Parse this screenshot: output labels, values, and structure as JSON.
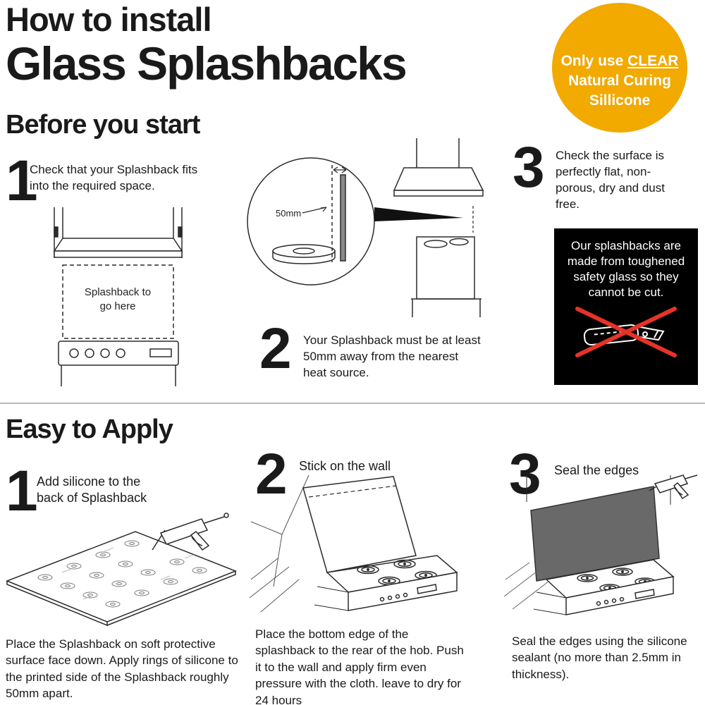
{
  "colors": {
    "badge_bg": "#F2A900",
    "badge_text": "#FFFFFF",
    "warning_bg": "#000000",
    "warning_text": "#FFFFFF",
    "cross_red": "#E63329",
    "ink": "#1A1A1A"
  },
  "header": {
    "title_line1": "How to install",
    "title_line2": "Glass Splashbacks",
    "badge": {
      "line1_prefix": "Only use ",
      "line1_underlined": "CLEAR",
      "line2": "Natural Curing",
      "line3": "Sillicone"
    }
  },
  "before": {
    "heading": "Before you start",
    "step1": {
      "number": "1",
      "text": "Check that your Splashback fits into the required space."
    },
    "step2": {
      "number": "2",
      "text": "Your Splashback must be at least 50mm away from the nearest heat source."
    },
    "step3": {
      "number": "3",
      "text": "Check the surface is perfectly flat, non-porous, dry and dust free."
    },
    "diagram_labels": {
      "space_line1": "Splashback to",
      "space_line2": "go here",
      "distance": "50mm"
    },
    "warning": {
      "text": "Our splashbacks are made from toughened safety glass so they cannot be cut."
    }
  },
  "apply": {
    "heading": "Easy to Apply",
    "step1": {
      "number": "1",
      "title": "Add silicone to the back of Splashback",
      "caption": "Place the Splashback on soft protective surface face down. Apply rings of silicone to the printed side of the Splashback roughly 50mm apart."
    },
    "step2": {
      "number": "2",
      "title": "Stick on the wall",
      "caption": "Place the bottom edge of the splashback to the rear of the hob. Push it to the wall and apply firm even pressure with the cloth. leave to dry for 24 hours"
    },
    "step3": {
      "number": "3",
      "title": "Seal the edges",
      "caption": "Seal the edges using the silicone sealant (no more than 2.5mm in thickness)."
    }
  }
}
